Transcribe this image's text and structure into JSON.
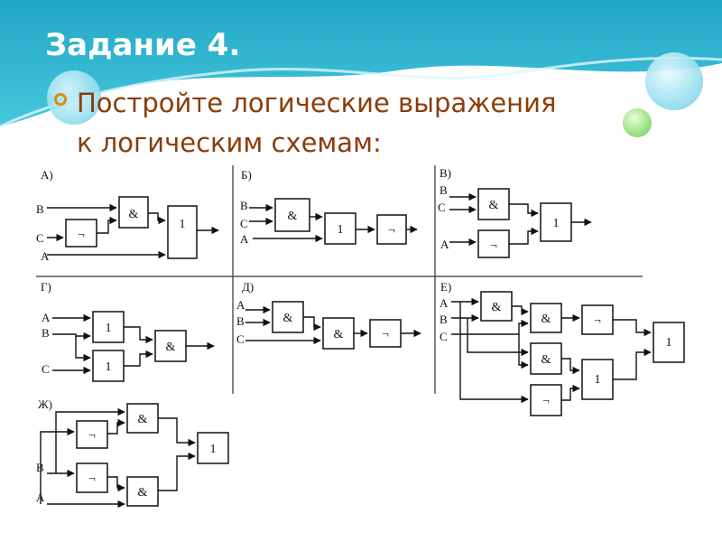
{
  "slide": {
    "title": "Задание 4.",
    "bullet": [
      "Постройте логические выражения",
      "к логическим схемам:"
    ]
  },
  "circuits": {
    "A": {
      "label": "А)",
      "inputs": [
        "B",
        "C",
        "A"
      ],
      "gates": [
        "&",
        "¬",
        "1"
      ]
    },
    "B": {
      "label": "Б)",
      "inputs": [
        "B",
        "C",
        "A"
      ],
      "gates": [
        "&",
        "1",
        "¬"
      ]
    },
    "V": {
      "label": "В)",
      "inputs": [
        "B",
        "C",
        "A"
      ],
      "gates": [
        "&",
        "¬",
        "1"
      ]
    },
    "G": {
      "label": "Г)",
      "inputs": [
        "A",
        "B",
        "C"
      ],
      "gates": [
        "1",
        "1",
        "&"
      ]
    },
    "D": {
      "label": "Д)",
      "inputs": [
        "A",
        "B",
        "C"
      ],
      "gates": [
        "&",
        "&",
        "¬"
      ]
    },
    "E": {
      "label": "Е)",
      "inputs": [
        "A",
        "B",
        "C"
      ],
      "gates": [
        "&",
        "&",
        "&",
        "¬",
        "1",
        "¬",
        "1"
      ]
    },
    "Zh": {
      "label": "Ж)",
      "inputs": [
        "B",
        "A"
      ],
      "gates": [
        "&",
        "¬",
        "1",
        "¬",
        "&"
      ]
    }
  },
  "colors": {
    "header": "#3cc3d8",
    "bullet": "#e08a12",
    "text": "#8a3d0a"
  }
}
